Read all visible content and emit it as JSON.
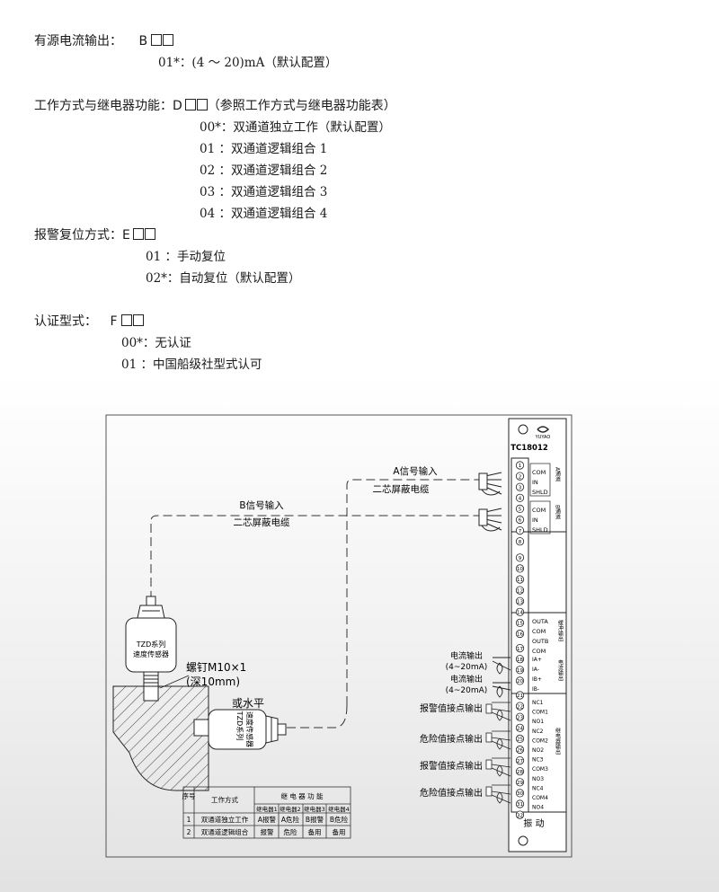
{
  "spec": {
    "b_title": "有源电流输出：",
    "b_code": "B",
    "b_opt1": "01*：(4 ～ 20)mA（默认配置）",
    "d_title": "工作方式与继电器功能：D",
    "d_note": "（参照工作方式与继电器功能表）",
    "d_options": [
      "00*：双通道独立工作（默认配置）",
      "01 ：双通道逻辑组合 1",
      "02 ：双通道逻辑组合 2",
      "03 ：双通道逻辑组合 3",
      "04 ：双通道逻辑组合 4"
    ],
    "e_title": "报警复位方式：E",
    "e_options": [
      "01 ：手动复位",
      "02*：自动复位（默认配置）"
    ],
    "f_title": "认证型式：",
    "f_code": "F",
    "f_options": [
      "00*：无认证",
      "01 ：中国船级社型式认可"
    ]
  },
  "diagram": {
    "a_input": "A信号输入",
    "a_cable": "二芯屏蔽电缆",
    "b_input": "B信号输入",
    "b_cable": "二芯屏蔽电缆",
    "sensor1_line1": "TZD系列",
    "sensor1_line2": "速度传感器",
    "screw_line1": "螺钉M10×1",
    "screw_line2": "(深10mm)",
    "or_horizontal": "或水平",
    "sensor2_line1": "TZD系列",
    "sensor2_line2": "速度传感器",
    "module_model": "TC18012",
    "brand": "YUYAO",
    "ch_a": [
      "COM",
      "IN",
      "SHLD"
    ],
    "ch_a_side": "A通道",
    "ch_b": [
      "COM",
      "IN",
      "SHLD"
    ],
    "ch_b_side": "B通道",
    "buf": [
      "OUTA",
      "COM",
      "OUTB",
      "COM"
    ],
    "buf_side": "缓冲输出",
    "cur": [
      "IA+",
      "IA-",
      "IB+",
      "IB-"
    ],
    "cur_side": "电流输出",
    "relay": [
      "NC1",
      "COM1",
      "NO1",
      "NC2",
      "COM2",
      "NO2",
      "NC3",
      "COM3",
      "NO3",
      "NC4",
      "COM4",
      "NO4"
    ],
    "relay_side": "继电器输出",
    "footer": "振 动",
    "cur_out1": "电流输出",
    "cur_range1": "(4~20mA)",
    "cur_out2": "电流输出",
    "cur_range2": "(4~20mA)",
    "alarm1": "报警值接点输出",
    "danger1": "危险值接点输出",
    "alarm2": "报警值接点输出",
    "danger2": "危险值接点输出",
    "terminals": [
      "1",
      "2",
      "3",
      "4",
      "5",
      "6",
      "7",
      "8",
      "9",
      "10",
      "11",
      "12",
      "13",
      "14",
      "15",
      "16",
      "17",
      "18",
      "19",
      "20",
      "21",
      "22",
      "23",
      "24",
      "25",
      "26",
      "27",
      "28",
      "29",
      "30",
      "31",
      "32"
    ]
  },
  "table": {
    "h_no": "序号",
    "h_mode": "工作方式",
    "h_func": "继 电 器 功 能",
    "h_relays": [
      "继电器1",
      "继电器2",
      "继电器3",
      "继电器4"
    ],
    "rows": [
      {
        "no": "1",
        "mode": "双通道独立工作",
        "r": [
          "A报警",
          "A危险",
          "B报警",
          "B危险"
        ]
      },
      {
        "no": "2",
        "mode": "双通道逻辑组合",
        "r": [
          "报警",
          "危险",
          "备用",
          "备用"
        ]
      }
    ]
  }
}
